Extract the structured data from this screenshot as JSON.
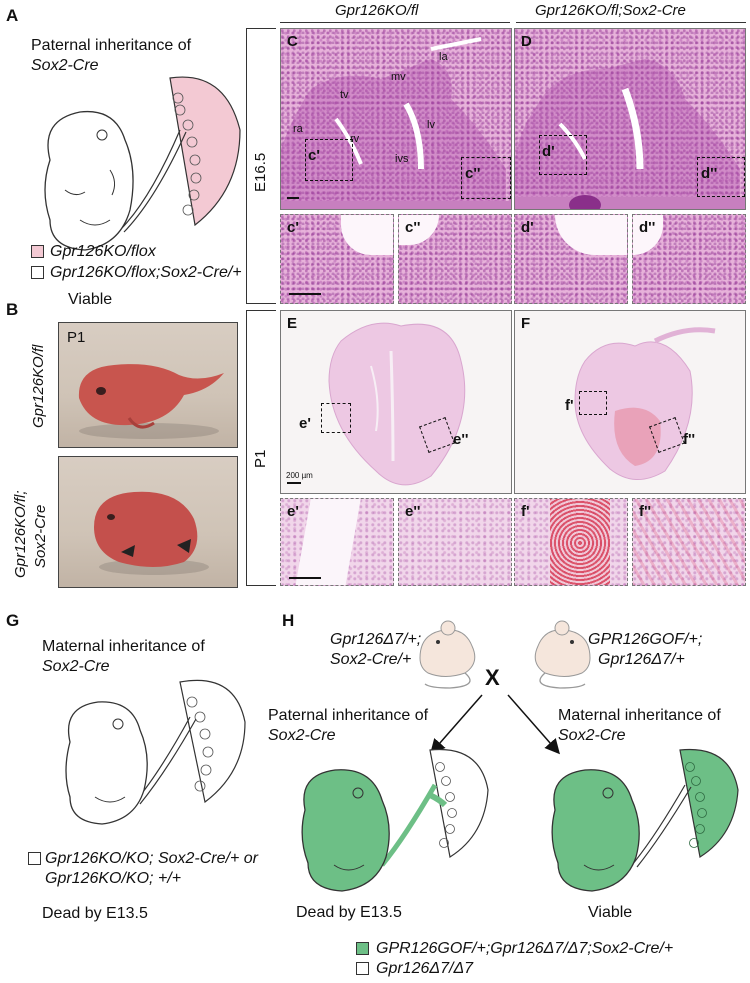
{
  "panels": {
    "A": {
      "letter": "A",
      "title_line1": "Paternal inheritance of",
      "title_line2": "Sox2-Cre",
      "legend1": "Gpr126KO/flox",
      "legend2": "Gpr126KO/flox;Sox2-Cre/+",
      "outcome": "Viable"
    },
    "B": {
      "letter": "B",
      "stage": "P1",
      "row1_label": "Gpr126KO/fl",
      "row2_label_line1": "Gpr126KO/fl;",
      "row2_label_line2": "Sox2-Cre"
    },
    "histology": {
      "col1_header": "Gpr126KO/fl",
      "col2_header": "Gpr126KO/fl;Sox2-Cre",
      "row1_stage": "E16.5",
      "row2_stage": "P1",
      "C": "C",
      "D": "D",
      "E": "E",
      "F": "F",
      "c1": "c'",
      "c2": "c''",
      "d1": "d'",
      "d2": "d''",
      "e1": "e'",
      "e2": "e''",
      "f1": "f'",
      "f2": "f''",
      "anat": {
        "la": "la",
        "mv": "mv",
        "tv": "tv",
        "ra": "ra",
        "rv": "rv",
        "lv": "lv",
        "ivs": "ivs"
      },
      "scale_bar": "200 µm"
    },
    "G": {
      "letter": "G",
      "title_line1": "Maternal inheritance of",
      "title_line2": "Sox2-Cre",
      "legend_line1": "Gpr126KO/KO; Sox2-Cre/+ or",
      "legend_line2": "Gpr126KO/KO; +/+",
      "outcome": "Dead by E13.5"
    },
    "H": {
      "letter": "H",
      "parent_left_line1": "Gpr126Δ7/+;",
      "parent_left_line2": "Sox2-Cre/+",
      "parent_right_line1": "GPR126GOF/+;",
      "parent_right_line2": "Gpr126Δ7/+",
      "cross": "X",
      "left_title_line1": "Paternal inheritance of",
      "left_title_line2": "Sox2-Cre",
      "right_title_line1": "Maternal inheritance of",
      "right_title_line2": "Sox2-Cre",
      "left_outcome": "Dead by E13.5",
      "right_outcome": "Viable",
      "legend1": "GPR126GOF/+;Gpr126Δ7/Δ7;Sox2-Cre/+",
      "legend2": "Gpr126Δ7/Δ7"
    }
  },
  "colors": {
    "pink": "#f3c9d3",
    "green": "#6dbf86",
    "he": "#e7b2da"
  }
}
